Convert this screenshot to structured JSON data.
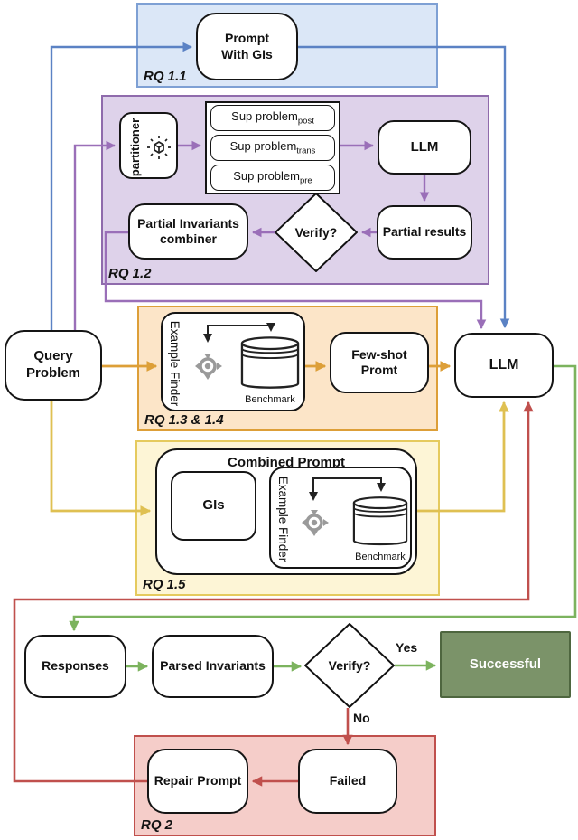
{
  "regions": {
    "rq11": {
      "label": "RQ 1.1"
    },
    "rq12": {
      "label": "RQ 1.2"
    },
    "rq134": {
      "label": "RQ 1.3 & 1.4"
    },
    "rq15": {
      "label": "RQ 1.5"
    },
    "rq2": {
      "label": "RQ 2"
    }
  },
  "nodes": {
    "query_problem": {
      "label": "Query Problem"
    },
    "prompt_with_gis": {
      "label": "Prompt With GIs"
    },
    "partitioner": {
      "label": "partitioner"
    },
    "sup_problems": [
      {
        "base": "Sup problem",
        "sub": "post"
      },
      {
        "base": "Sup problem",
        "sub": "trans"
      },
      {
        "base": "Sup problem",
        "sub": "pre"
      }
    ],
    "llm_partial": {
      "label": "LLM"
    },
    "partial_results": {
      "label": "Partial results"
    },
    "verify_partial": {
      "label": "Verify?"
    },
    "combiner": {
      "label": "Partial Invariants combiner"
    },
    "example_finder_1": {
      "label": "Example Finder",
      "benchmark": "Benchmark"
    },
    "few_shot": {
      "label": "Few-shot Promt"
    },
    "llm_main": {
      "label": "LLM"
    },
    "combined_prompt": {
      "title": "Combined Prompt"
    },
    "gis": {
      "label": "GIs"
    },
    "example_finder_2": {
      "label": "Example Finder",
      "benchmark": "Benchmark"
    },
    "responses": {
      "label": "Responses"
    },
    "parsed_invariants": {
      "label": "Parsed Invariants"
    },
    "verify_final": {
      "label": "Verify?"
    },
    "successful": {
      "label": "Successful"
    },
    "failed": {
      "label": "Failed"
    },
    "repair_prompt": {
      "label": "Repair Prompt"
    }
  },
  "edges": {
    "yes": "Yes",
    "no": "No"
  },
  "palette": {
    "blue_line": "#5b82c4",
    "blue_fill": "#dbe7f7",
    "blue_border": "#7ea0d4",
    "purple_line": "#9a6fb8",
    "purple_fill": "#ded2ea",
    "purple_border": "#8f6bac",
    "orange_line": "#dd9f38",
    "orange_fill": "#fce5c8",
    "yellow_line": "#dfc052",
    "yellow_fill": "#fdf5d6",
    "yellow_border": "#e5ca5e",
    "green_line": "#7cb35e",
    "red_line": "#c0504d",
    "red_fill": "#f5cdc9",
    "success_fill": "#7b9369"
  }
}
